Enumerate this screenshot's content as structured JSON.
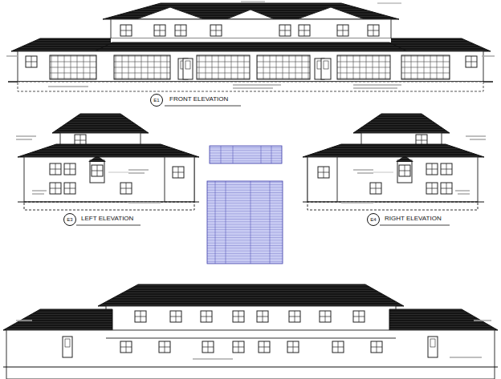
{
  "diagram": {
    "nodes": [
      {
        "text": [
          "E1"
        ]
      },
      {
        "text": [
          "E3"
        ]
      },
      {
        "text": [
          "E4"
        ]
      }
    ],
    "labels": [
      "FRONT ELEVATION",
      "LEFT ELEVATION",
      "RIGHT ELEVATION"
    ]
  }
}
